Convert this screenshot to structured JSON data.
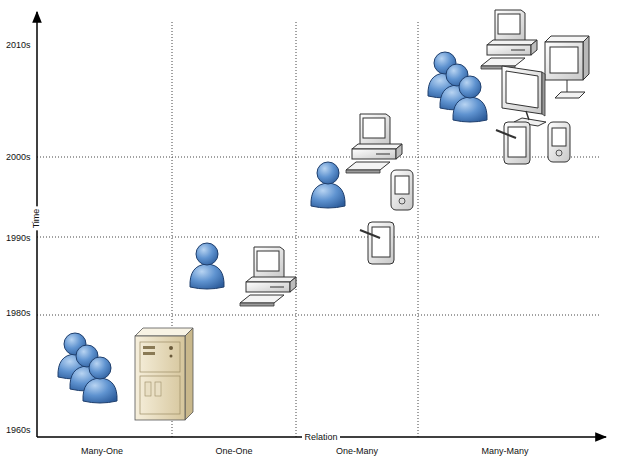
{
  "diagram": {
    "labels": [
      "2010s",
      "2000s",
      "1990s",
      "1980s",
      "1960s",
      "Time",
      "Relation",
      "Many-One",
      "One-One",
      "One-Many",
      "Many-Many"
    ]
  }
}
